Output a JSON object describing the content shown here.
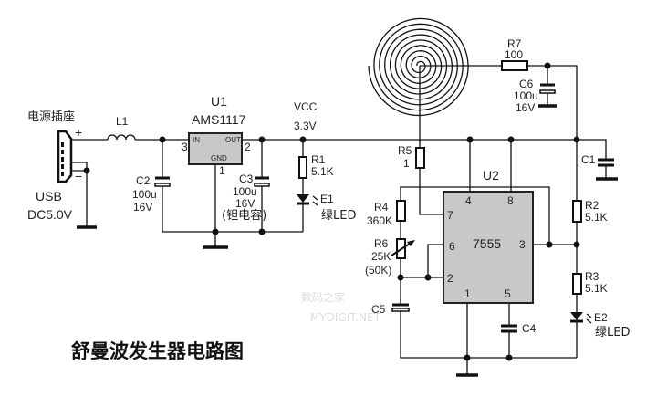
{
  "title": "舒曼波发生器电路图",
  "watermark": {
    "cn": "数码之家",
    "en": "MYDIGIT.NET"
  },
  "power_input": {
    "label": "电源插座",
    "type": "USB",
    "voltage": "DC5.0V",
    "plus": "+",
    "minus": "−"
  },
  "L1": {
    "ref": "L1"
  },
  "U1": {
    "ref": "U1",
    "part": "AMS1117",
    "pin_in": "IN",
    "pin_out": "OUT",
    "pin_gnd": "GND",
    "pin_in_num": "3",
    "pin_out_num": "2",
    "pin_gnd_num": "1"
  },
  "C2": {
    "ref": "C2",
    "value": "100u",
    "voltage": "16V"
  },
  "C3": {
    "ref": "C3",
    "value": "100u",
    "voltage": "16V",
    "note": "(钽电容)"
  },
  "vcc": {
    "label": "VCC",
    "voltage": "3.3V"
  },
  "R1": {
    "ref": "R1",
    "value": "5.1K"
  },
  "E1": {
    "ref": "E1",
    "desc": "绿LED"
  },
  "R7": {
    "ref": "R7",
    "value": "100"
  },
  "C6": {
    "ref": "C6",
    "value": "100u",
    "voltage": "16V"
  },
  "R5": {
    "ref": "R5",
    "value": "1"
  },
  "C1": {
    "ref": "C1"
  },
  "U2": {
    "ref": "U2",
    "part": "7555",
    "pins": {
      "p4": "4",
      "p8": "8",
      "p7": "7",
      "p6": "6",
      "p2": "2",
      "p3": "3",
      "p1": "1",
      "p5": "5"
    }
  },
  "R4": {
    "ref": "R4",
    "value": "360K"
  },
  "R6": {
    "ref": "R6",
    "value": "25K",
    "alt": "(50K)"
  },
  "C5": {
    "ref": "C5"
  },
  "C4": {
    "ref": "C4"
  },
  "R2": {
    "ref": "R2",
    "value": "5.1K"
  },
  "R3": {
    "ref": "R3",
    "value": "5.1K"
  },
  "E2": {
    "ref": "E2",
    "desc": "绿LED"
  }
}
